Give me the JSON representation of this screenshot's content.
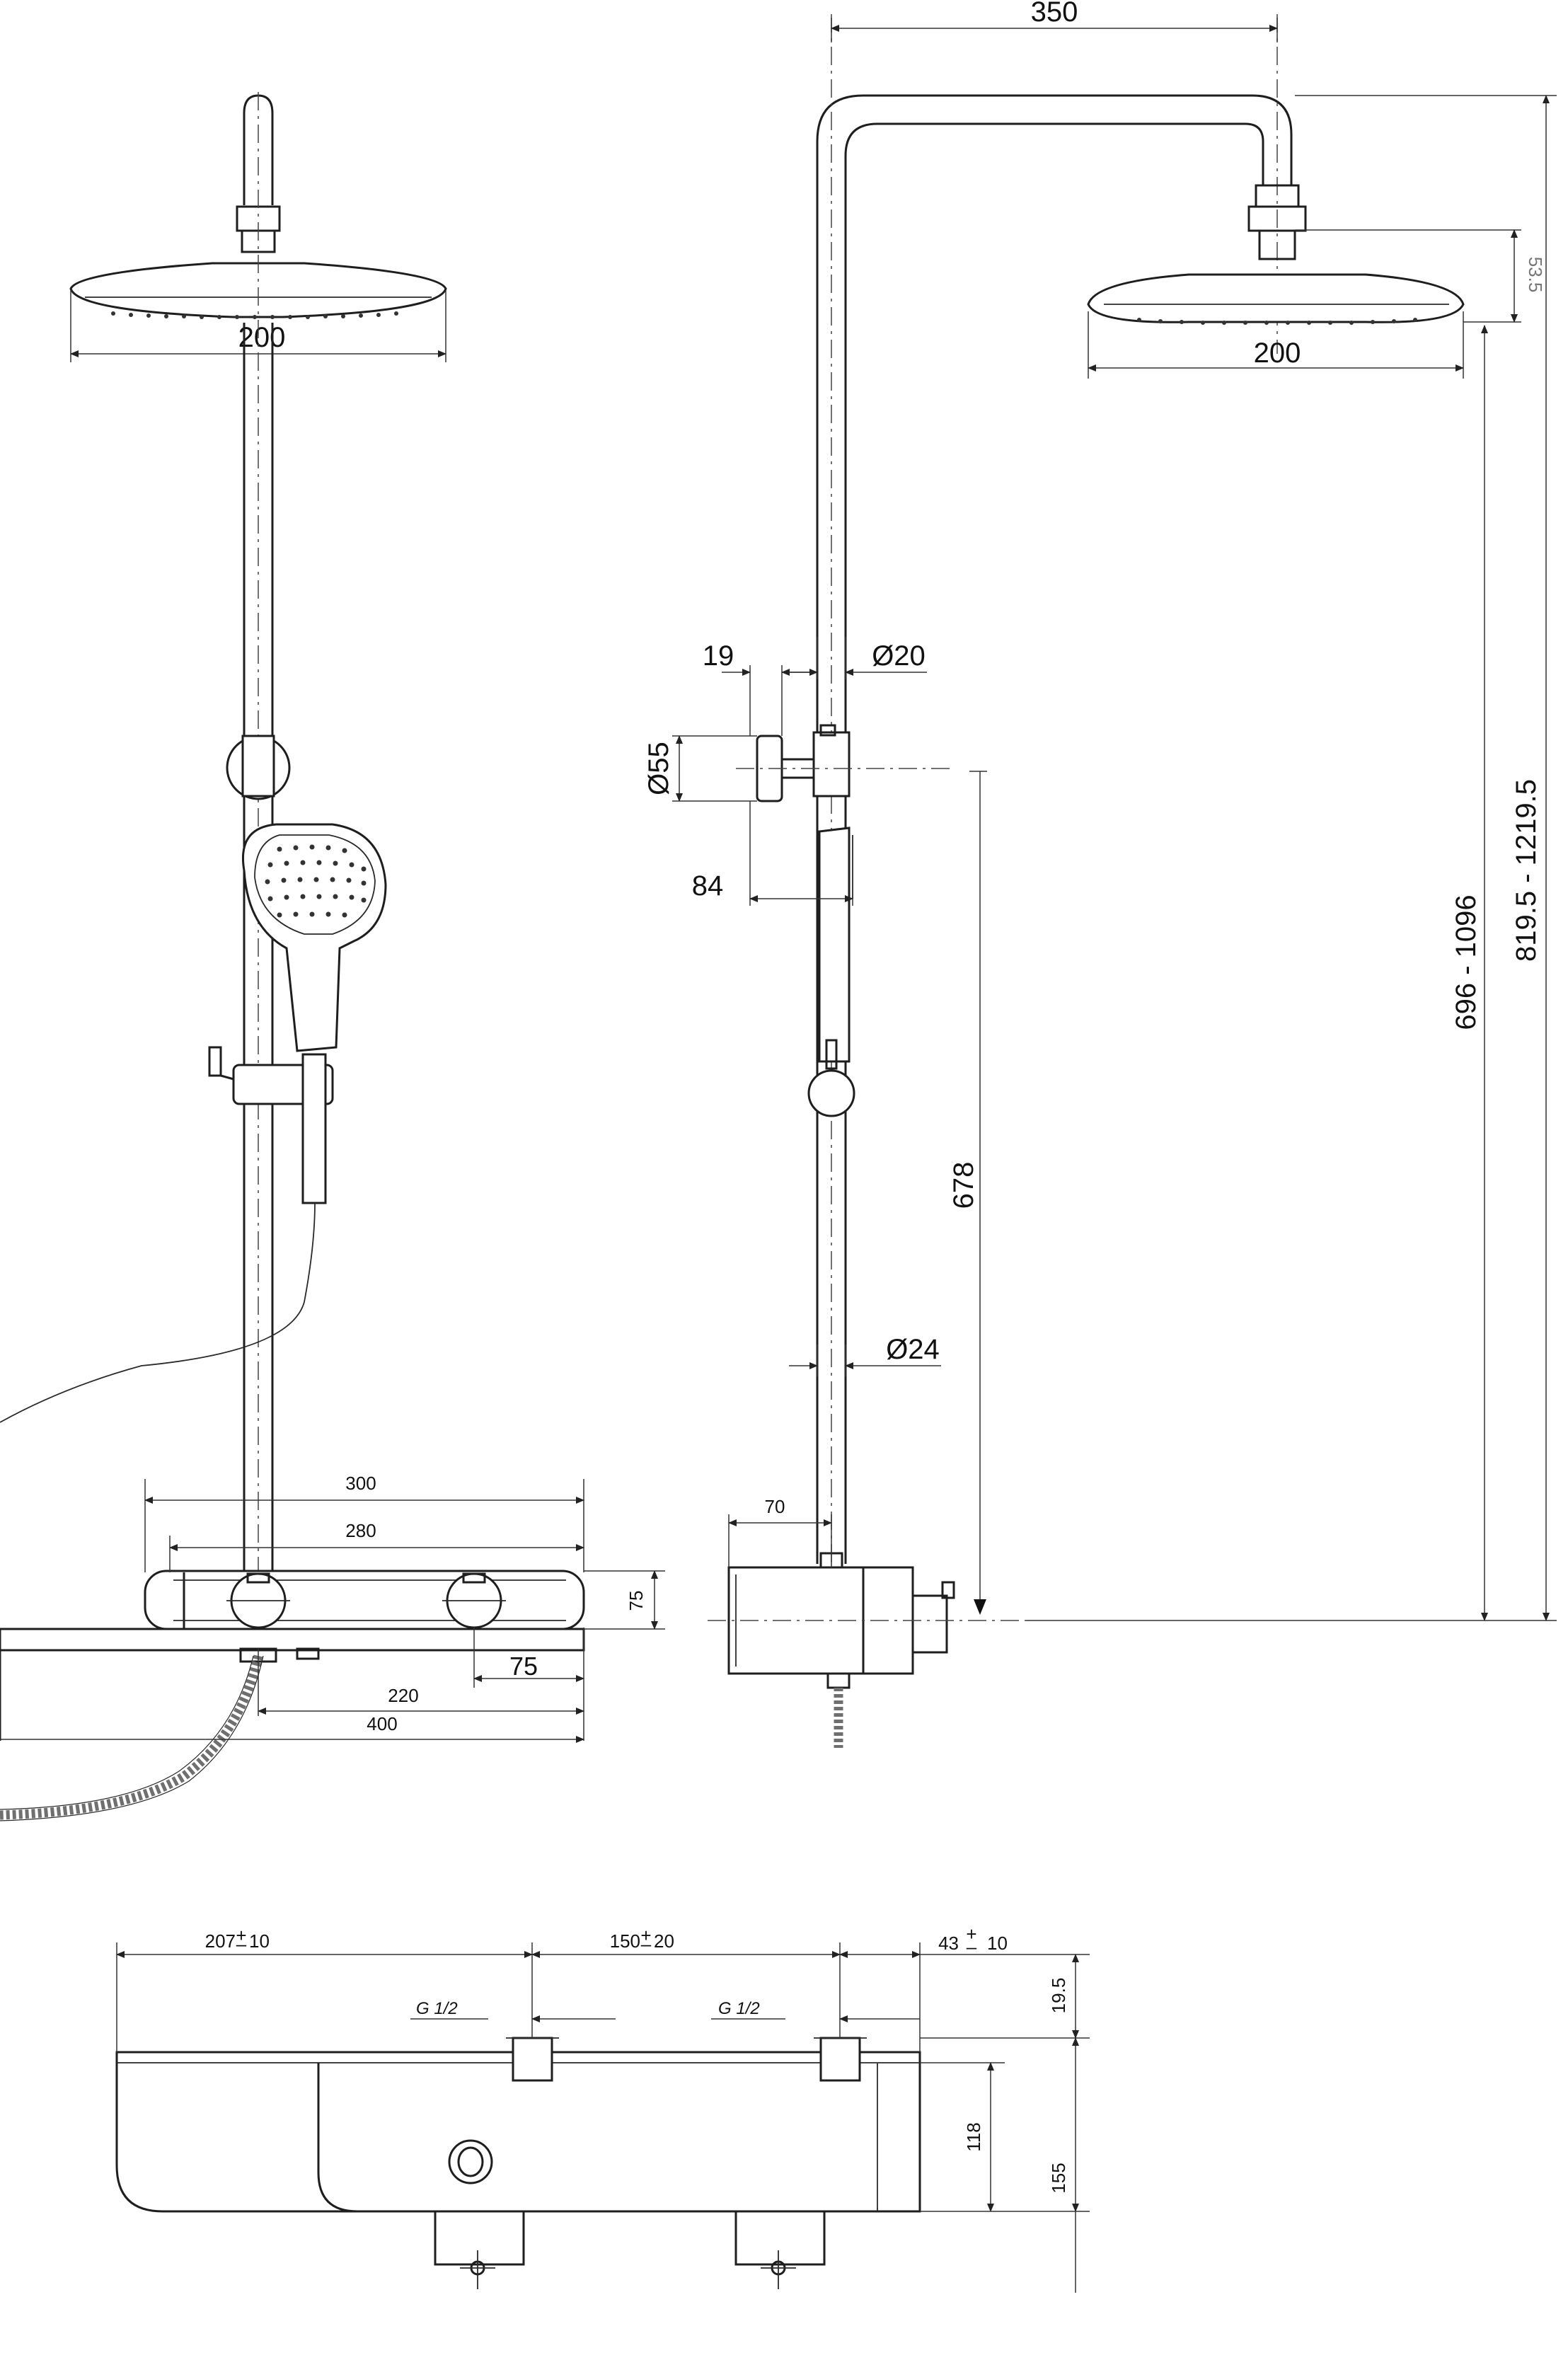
{
  "dimensions": {
    "front_view": {
      "head_width": "200",
      "shelf_width": "300",
      "valve_span": "280",
      "body_height": "75",
      "knob_offset": "75",
      "inner_span": "220",
      "total_width": "400"
    },
    "side_view": {
      "arm_reach": "350",
      "head_height": "53.5",
      "head_width": "200",
      "holder_depth": "19",
      "pipe_dia_top": "Ø20",
      "knob_dia": "Ø55",
      "holder_offset": "84",
      "slide_range": "678",
      "pipe_dia_bottom": "Ø24",
      "valve_depth": "70",
      "riser_range": "696 - 1096",
      "total_range": "819.5 - 1219.5"
    },
    "plan_view": {
      "left_offset_value": "207",
      "left_offset_tol": "10",
      "center_distance_value": "150",
      "center_distance_tol": "20",
      "right_offset_value": "43",
      "right_offset_tol": "10",
      "thread_left": "G 1/2",
      "thread_right": "G 1/2",
      "top_height": "19.5",
      "inner_height": "118",
      "body_height": "155"
    }
  }
}
